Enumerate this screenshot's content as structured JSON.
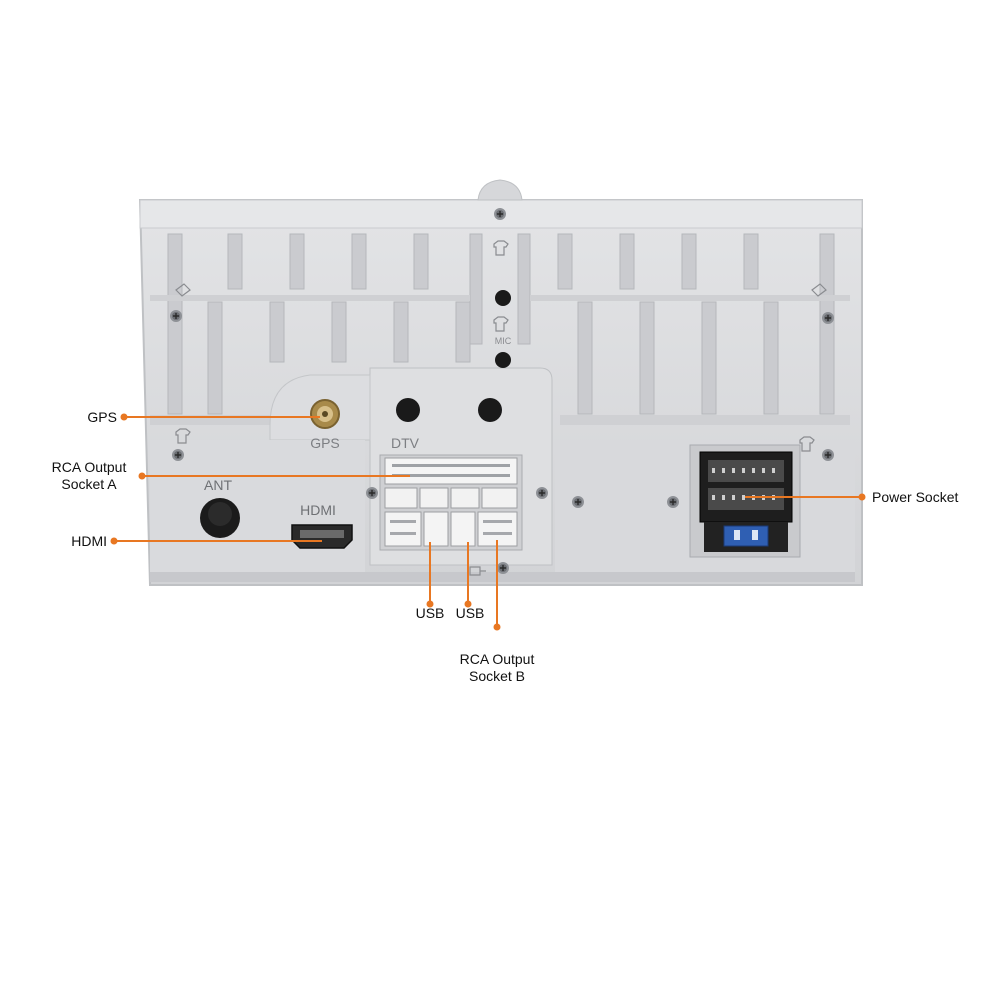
{
  "callouts": {
    "gps": "GPS",
    "rca_a_line1": "RCA Output",
    "rca_a_line2": "Socket A",
    "hdmi": "HDMI",
    "power": "Power Socket",
    "usb_1": "USB",
    "usb_2": "USB",
    "rca_b_line1": "RCA Output",
    "rca_b_line2": "Socket B"
  },
  "device_labels": {
    "gps": "GPS",
    "dtv": "DTV",
    "ant": "ANT",
    "hdmi": "HDMI",
    "mic": "MIC"
  },
  "colors": {
    "leader": "#e87722",
    "chassis": "#dcdddf",
    "chassis_shadow": "#c4c6c9",
    "connector_white": "#f2f2f2",
    "power_connector": "#1e1e1e",
    "blue_key": "#2f5fb3"
  },
  "icons": [
    "screw-icon",
    "tshirt-icon",
    "mount-icon"
  ]
}
